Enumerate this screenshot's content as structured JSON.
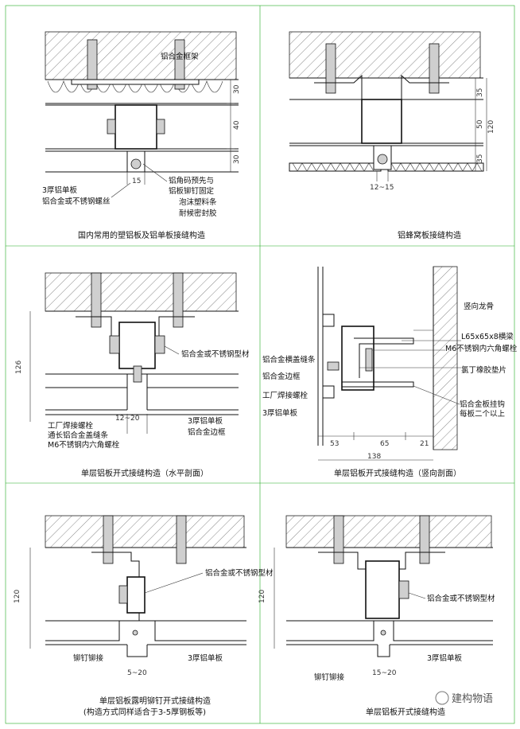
{
  "panels": [
    {
      "caption": "国内常用的塑铝板及铝单板接缝构造",
      "labels": [
        "铝合金框架",
        "3厚铝单板",
        "铝合金或不锈钢螺丝",
        "铝角码预先与",
        "铝板铆钉固定",
        "泡沫塑料条",
        "耐候密封胶"
      ],
      "dims": [
        "30",
        "40",
        "30",
        "15"
      ]
    },
    {
      "caption": "铝蜂窝板接缝构造",
      "labels": [],
      "dims": [
        "35",
        "50",
        "35",
        "120",
        "12~15"
      ]
    },
    {
      "caption": "单层铝板开式接缝构造（水平剖面）",
      "labels": [
        "铝合金或不锈钢型材",
        "工厂焊接螺栓",
        "通长铝合金盖缝条",
        "M6不锈钢内六角螺栓",
        "3厚铝单板",
        "铝合金边框"
      ],
      "dims": [
        "126",
        "12~20"
      ]
    },
    {
      "caption": "单层铝板开式接缝构造（竖向剖面）",
      "labels": [
        "竖向龙骨",
        "L65x65x8横梁",
        "M6不锈钢内六角螺栓",
        "铝合金横盖缝条",
        "氯丁橡胶垫片",
        "铝合金边框",
        "工厂焊接螺栓",
        "铝合金板挂钩",
        "每板二个以上",
        "3厚铝单板"
      ],
      "dims": [
        "53",
        "65",
        "21",
        "138"
      ]
    },
    {
      "caption": "单层铝板露明铆钉开式接缝构造",
      "caption2": "(构造方式同样适合于3-5厚钢板等)",
      "labels": [
        "铝合金或不锈钢型材",
        "铆钉铆接",
        "3厚铝单板"
      ],
      "dims": [
        "120",
        "5~20"
      ]
    },
    {
      "caption": "单层铝板开式接缝构造",
      "labels": [
        "铝合金或不锈钢型材",
        "3厚铝单板",
        "铆钉铆接"
      ],
      "dims": [
        "120",
        "15~20"
      ]
    }
  ],
  "watermark": "建构物语",
  "colors": {
    "frame": "#22aa22",
    "line": "#111111"
  }
}
